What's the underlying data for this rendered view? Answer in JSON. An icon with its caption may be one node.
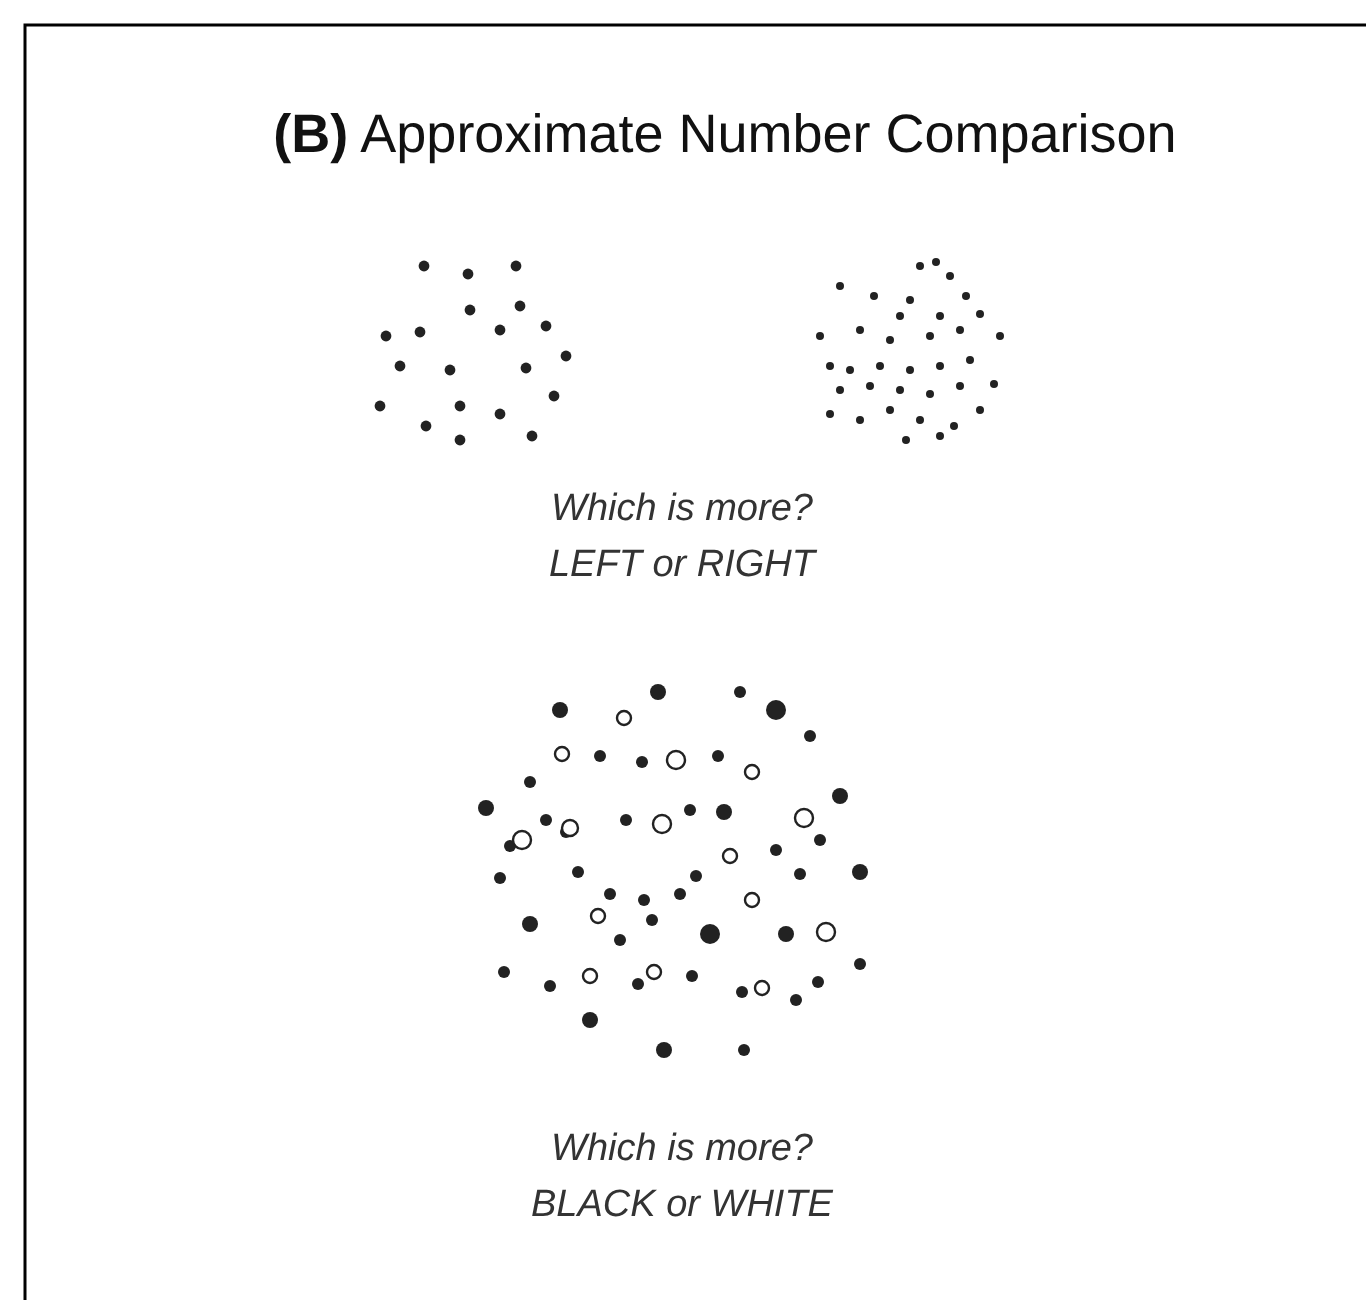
{
  "diagram": {
    "title": "**(B)** Approximate Number Comparison",
    "labels": [
      "Which is more? LEFT or RIGHT",
      "Which is more? BLACK or WHITE"
    ]
  }
}
